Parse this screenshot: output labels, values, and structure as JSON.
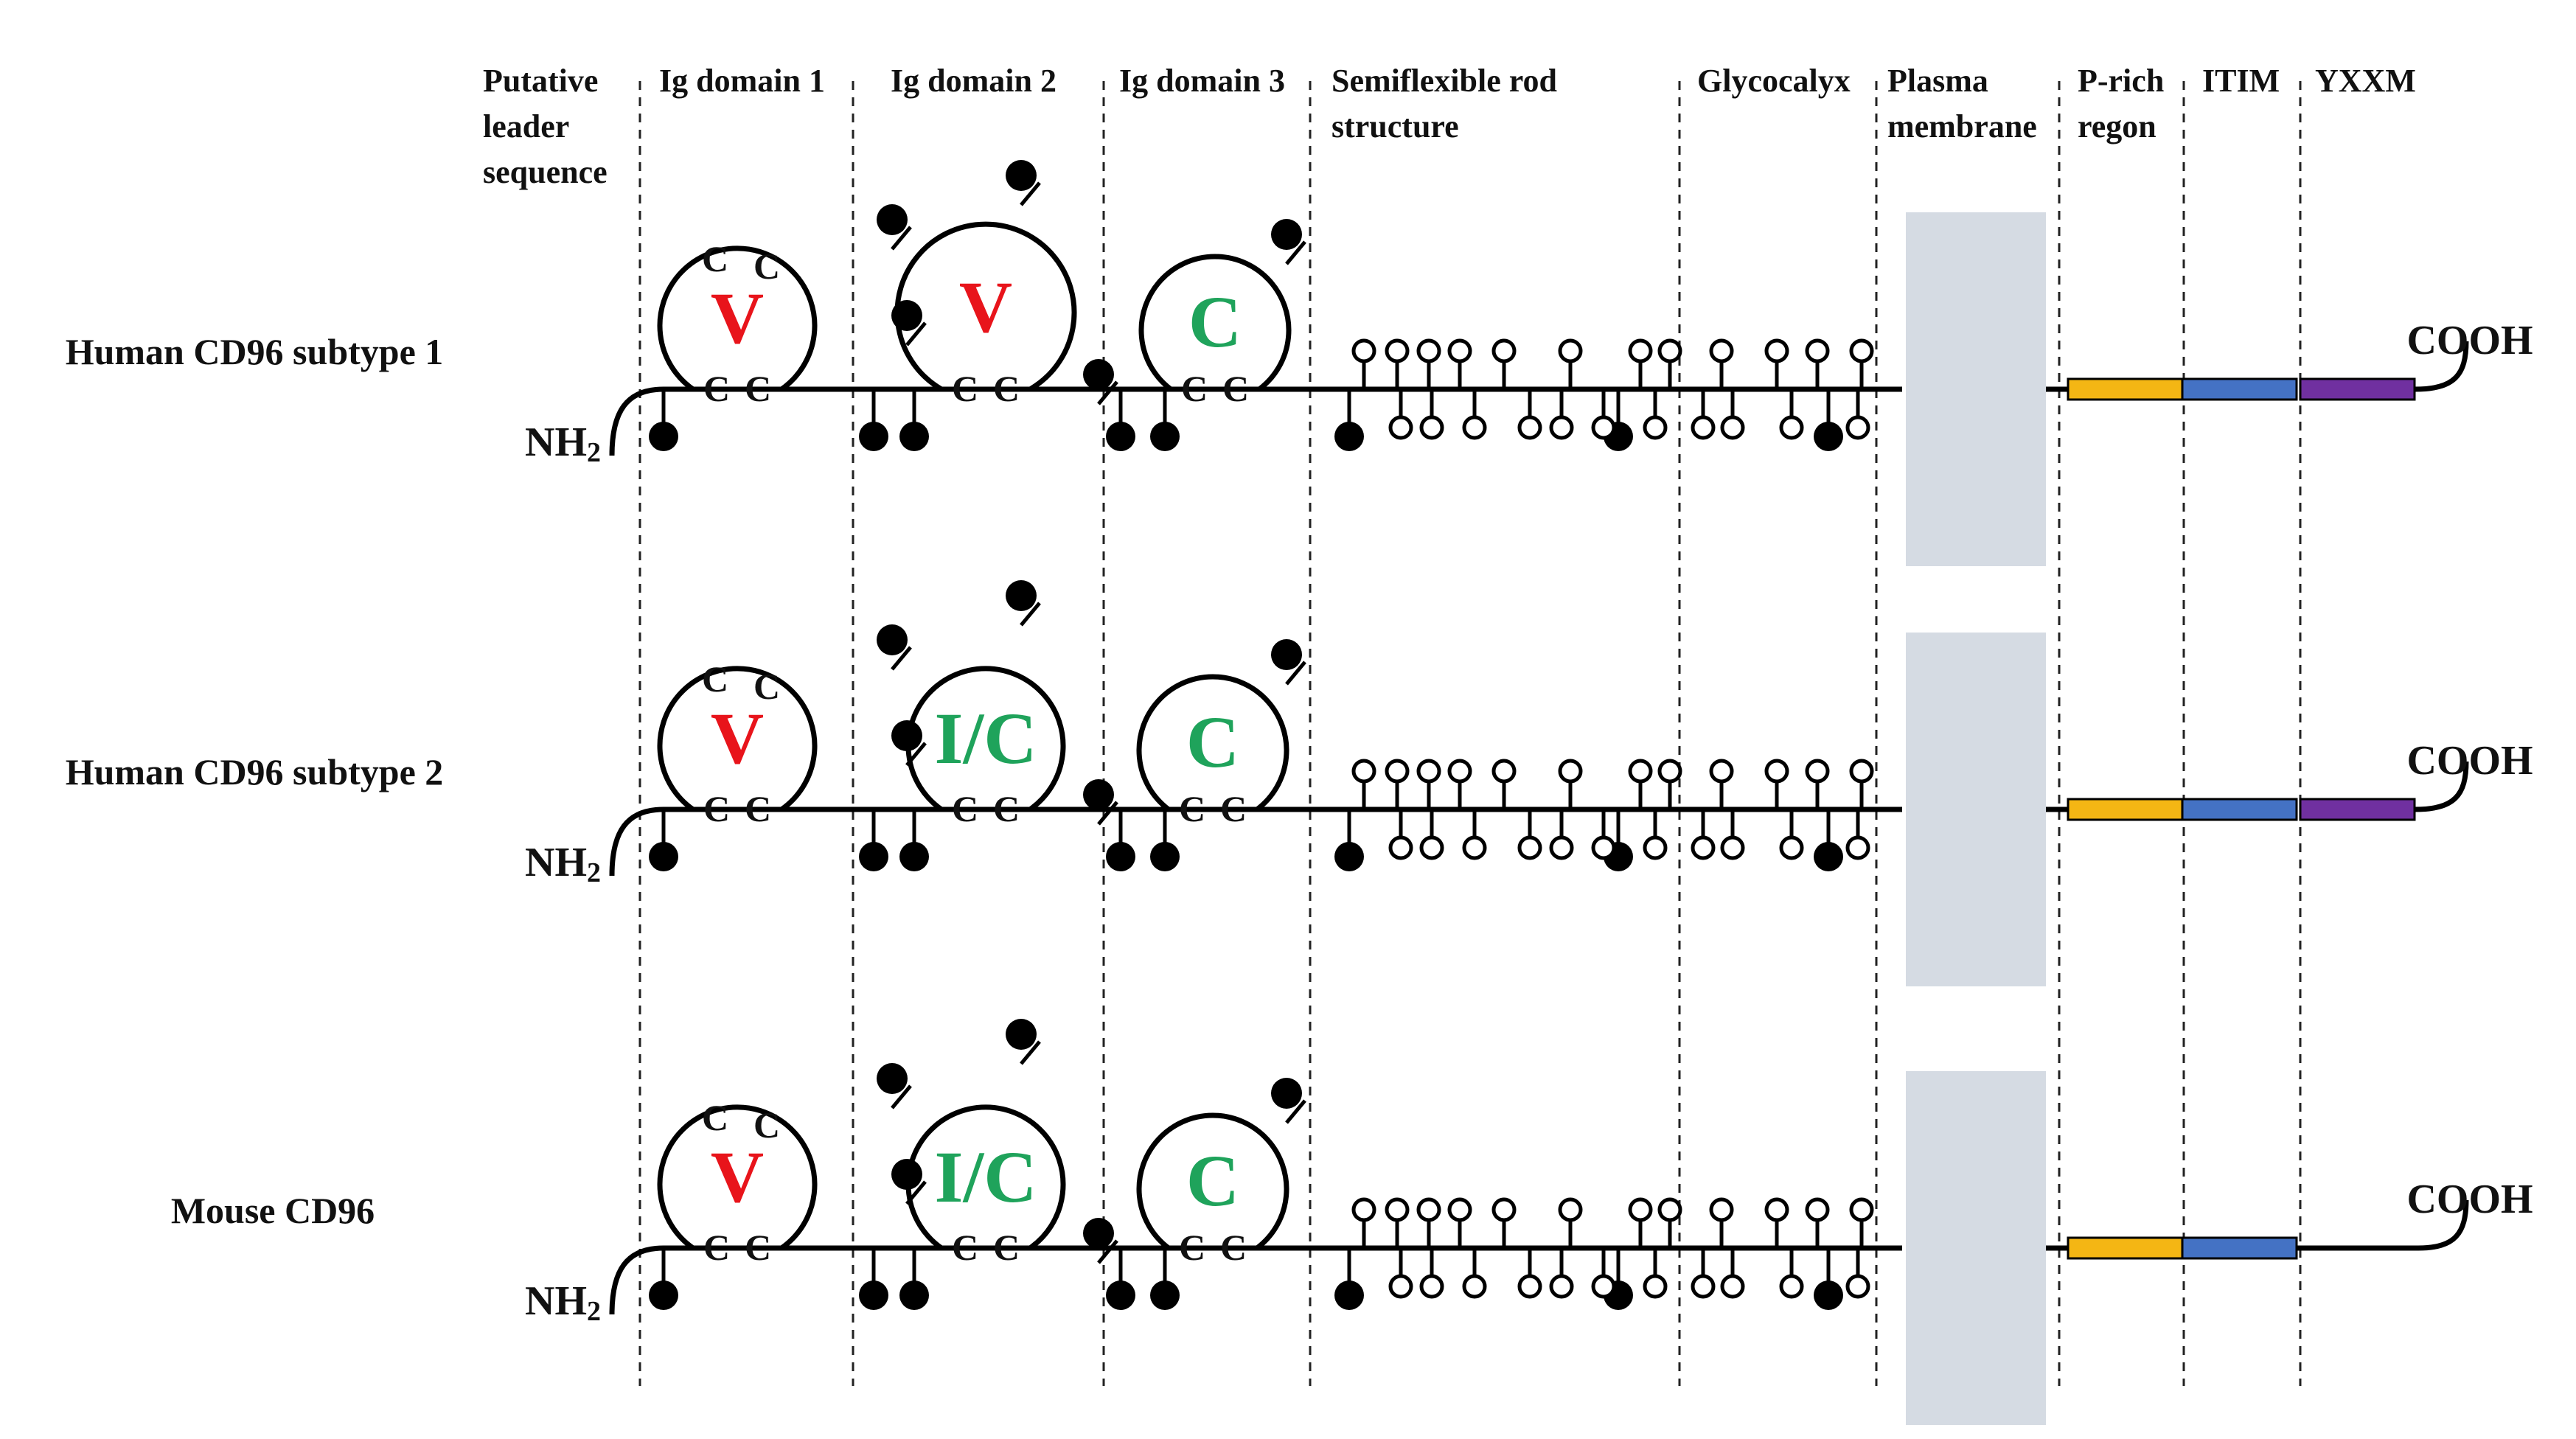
{
  "headers": [
    {
      "lines": [
        "Putative",
        "leader",
        "sequence"
      ]
    },
    {
      "lines": [
        "Ig domain 1"
      ]
    },
    {
      "lines": [
        "Ig domain 2"
      ]
    },
    {
      "lines": [
        "Ig domain 3"
      ]
    },
    {
      "lines": [
        "Semiflexible rod",
        "structure"
      ]
    },
    {
      "lines": [
        "Glycocalyx"
      ]
    },
    {
      "lines": [
        "Plasma",
        "membrane"
      ]
    },
    {
      "lines": [
        "P-rich",
        "regon"
      ]
    },
    {
      "lines": [
        "ITIM"
      ]
    },
    {
      "lines": [
        "YXXM"
      ]
    }
  ],
  "rows": [
    {
      "label": "Human CD96 subtype 1",
      "n_term": "NH",
      "n_sub": "2",
      "c_term": "COOH",
      "domains": [
        "V",
        "V",
        "C"
      ],
      "cysteine": "C",
      "cyt_segments": [
        "P-rich",
        "ITIM",
        "YXXM"
      ]
    },
    {
      "label": "Human CD96 subtype 2",
      "n_term": "NH",
      "n_sub": "2",
      "c_term": "COOH",
      "domains": [
        "V",
        "I/C",
        "C"
      ],
      "cysteine": "C",
      "cyt_segments": [
        "P-rich",
        "ITIM",
        "YXXM"
      ]
    },
    {
      "label": "Mouse CD96",
      "n_term": "NH",
      "n_sub": "2",
      "c_term": "COOH",
      "domains": [
        "V",
        "I/C",
        "C"
      ],
      "cysteine": "C",
      "cyt_segments": [
        "P-rich",
        "ITIM"
      ]
    }
  ],
  "colors": {
    "V": "#e8141b",
    "I/C": "#1fa35b",
    "C": "#1fa35b",
    "membrane": "#d5dbe3",
    "p_rich": "#f4b614",
    "itim": "#4472c4",
    "yxxm": "#7030a0"
  }
}
